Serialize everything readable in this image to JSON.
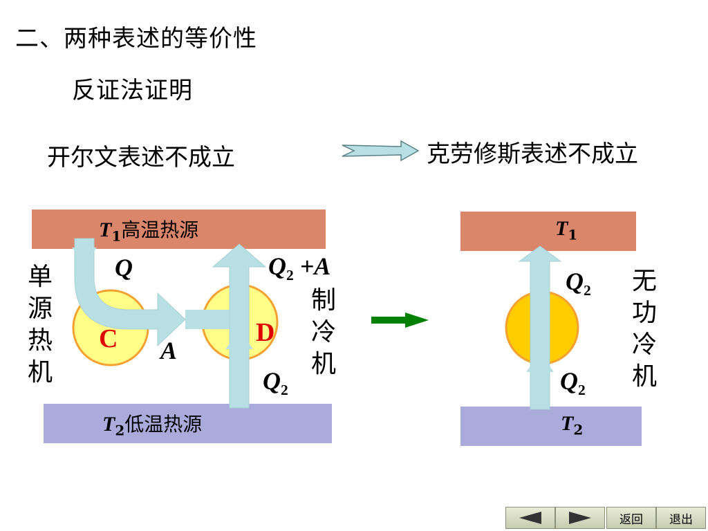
{
  "title": "二、两种表述的等价性",
  "subtitle": "反证法证明",
  "statement_left": "开尔文表述不成立",
  "statement_right": "克劳修斯表述不成立",
  "left_diagram": {
    "hot_reservoir_symbol": "T",
    "hot_reservoir_sub": "1",
    "hot_reservoir_text": "高温热源",
    "cold_reservoir_symbol": "T",
    "cold_reservoir_sub": "2",
    "cold_reservoir_text": "低温热源",
    "side_label_left": [
      "单",
      "源",
      "热",
      "机"
    ],
    "side_label_right": [
      "制",
      "冷",
      "机"
    ],
    "engine_c": "C",
    "engine_d": "D",
    "q_label": "Q",
    "a_label": "A",
    "q2_plus_a_q": "Q",
    "q2_plus_a_sub": "2",
    "q2_plus_a_rest": " +A",
    "q2_bottom": "Q",
    "q2_bottom_sub": "2"
  },
  "right_diagram": {
    "hot_reservoir_symbol": "T",
    "hot_reservoir_sub": "1",
    "cold_reservoir_symbol": "T",
    "cold_reservoir_sub": "2",
    "q2_top": "Q",
    "q2_top_sub": "2",
    "q2_bottom": "Q",
    "q2_bottom_sub": "2",
    "side_label": [
      "无",
      "功",
      "冷",
      "机"
    ]
  },
  "nav": {
    "prev_icon": "prev-triangle-icon",
    "next_icon": "next-triangle-icon",
    "back_label": "返回",
    "exit_label": "退出"
  },
  "colors": {
    "hot_reservoir": "#d9866a",
    "cold_reservoir": "#aaaadb",
    "arrow": "#b8dfe3",
    "engine_yellow": "#ffff88",
    "engine_orange": "#ffcc00",
    "engine_ring": "#f5a030",
    "green_arrow": "#008000"
  }
}
